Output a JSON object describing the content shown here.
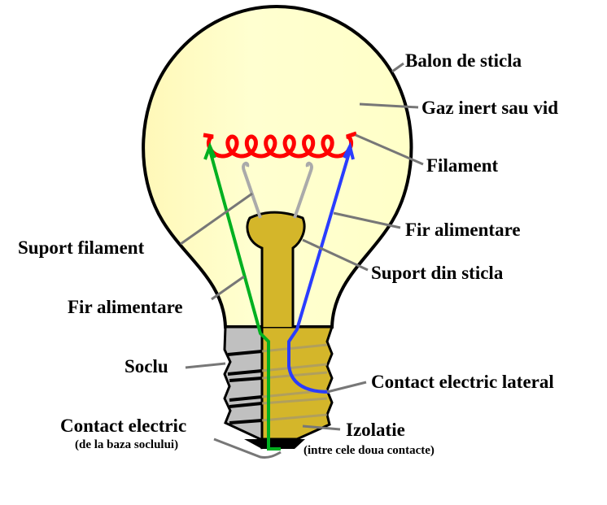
{
  "labels": {
    "balon": "Balon de sticla",
    "gaz": "Gaz inert sau vid",
    "filament": "Filament",
    "fir_right": "Fir alimentare",
    "suport_filament": "Suport filament",
    "suport_sticla": "Suport din sticla",
    "fir_left": "Fir alimentare",
    "soclu": "Soclu",
    "contact_lateral": "Contact electric lateral",
    "contact_baza": "Contact electric",
    "contact_baza_sub": "(de la baza soclului)",
    "izolatie": "Izolatie",
    "izolatie_sub": "(intre cele doua contacte)"
  },
  "colors": {
    "glass": "#ffffcc",
    "base_metal": "#c0c0c0",
    "insulator": "#d4b62a",
    "filament": "#ff0000",
    "wire_left": "#00b020",
    "wire_right": "#2a3cff",
    "leader": "#777777"
  }
}
